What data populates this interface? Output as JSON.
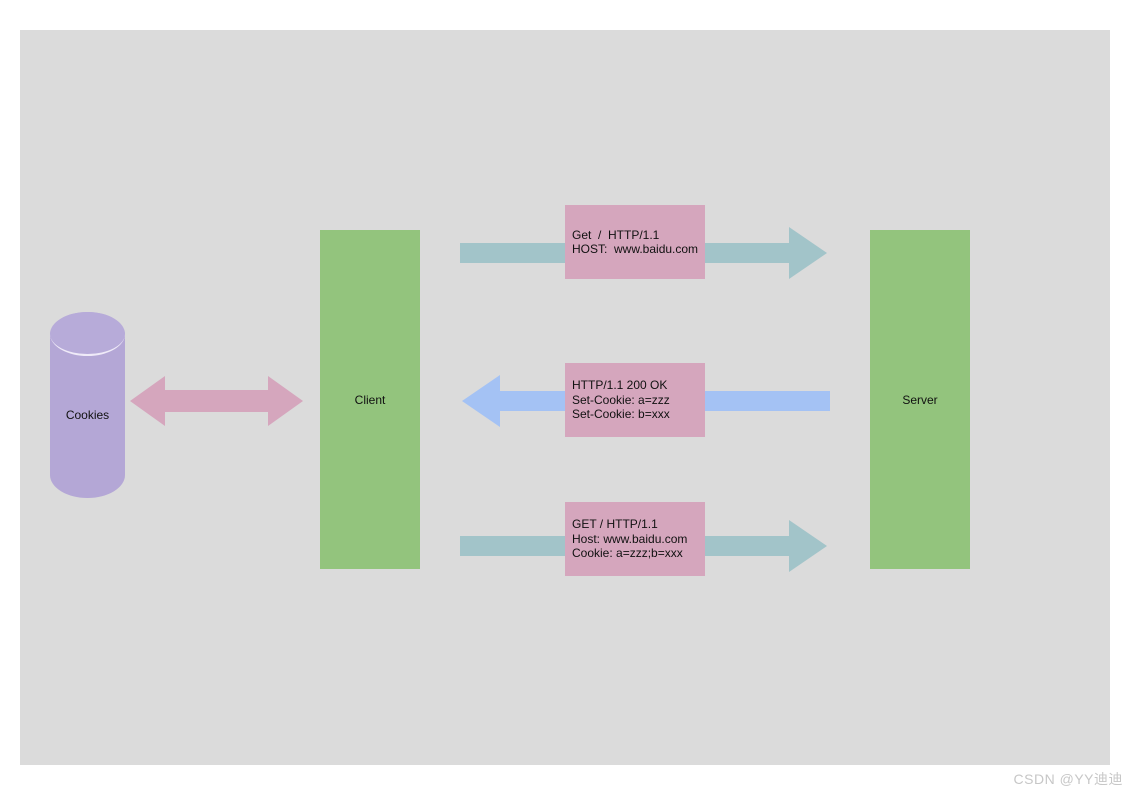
{
  "diagram": {
    "canvas_color": "#dbdbdb",
    "label_box_color": "#d5a6bd",
    "nodes": {
      "cookies": {
        "label": "Cookies",
        "shape": "cylinder",
        "color": "#b4a7d6"
      },
      "client": {
        "label": "Client",
        "shape": "rectangle",
        "color": "#93c47d"
      },
      "server": {
        "label": "Server",
        "shape": "rectangle",
        "color": "#93c47d"
      }
    },
    "edges": {
      "cookies_client": {
        "type": "double-headed-arrow",
        "color": "#d5a6bd",
        "between": [
          "Cookies",
          "Client"
        ]
      },
      "request_initial": {
        "type": "arrow",
        "direction": "right",
        "color": "#a2c4c9",
        "from": "Client",
        "to": "Server",
        "label_lines": [
          "Get  /  HTTP/1.1",
          "HOST:  www.baidu.com"
        ]
      },
      "response_set_cookie": {
        "type": "arrow",
        "direction": "left",
        "color": "#a4c2f4",
        "from": "Server",
        "to": "Client",
        "label_lines": [
          "HTTP/1.1 200 OK",
          "Set-Cookie: a=zzz",
          "Set-Cookie: b=xxx"
        ]
      },
      "request_with_cookie": {
        "type": "arrow",
        "direction": "right",
        "color": "#a2c4c9",
        "from": "Client",
        "to": "Server",
        "label_lines": [
          "GET / HTTP/1.1",
          "Host: www.baidu.com",
          "Cookie: a=zzz;b=xxx"
        ]
      }
    }
  },
  "watermark": "CSDN @YY迪迪"
}
